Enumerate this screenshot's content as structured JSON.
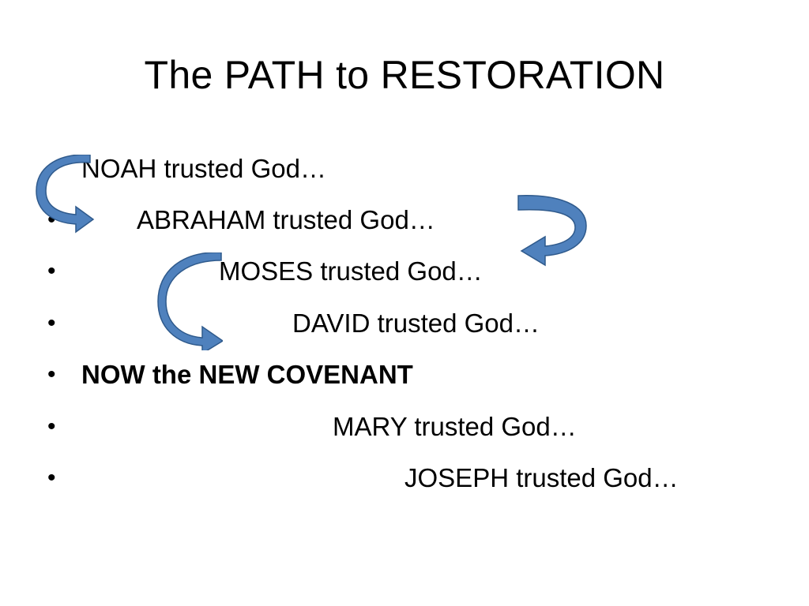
{
  "slide": {
    "title": "The PATH to RESTORATION",
    "bullet_symbol": "•",
    "items": [
      {
        "text": "NOAH trusted God…",
        "bold": false
      },
      {
        "text": "ABRAHAM trusted God…",
        "bold": false
      },
      {
        "text": "MOSES trusted God…",
        "bold": false
      },
      {
        "text": "DAVID trusted God…",
        "bold": false
      },
      {
        "text": "NOW the NEW COVENANT",
        "bold": true
      },
      {
        "text": "MARY trusted God…",
        "bold": false
      },
      {
        "text": "JOSEPH trusted God…",
        "bold": false
      }
    ],
    "colors": {
      "arrow_fill": "#4F81BD",
      "arrow_stroke": "#2F5A8C",
      "text": "#000000",
      "background": "#FFFFFF"
    },
    "icons": [
      "curved-arrow-icon",
      "curved-arrow-icon",
      "curved-arrow-icon"
    ]
  }
}
